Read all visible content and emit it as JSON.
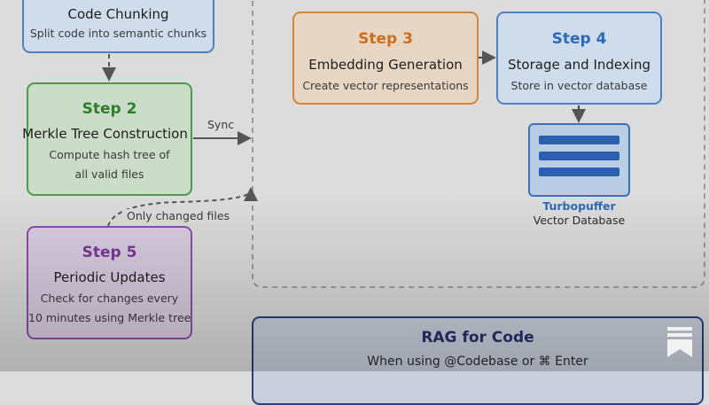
{
  "steps": {
    "step1": {
      "title": "Code Chunking",
      "desc": "Split code into semantic chunks"
    },
    "step2": {
      "step": "Step 2",
      "title": "Merkle Tree Construction",
      "desc_line1": "Compute hash tree of",
      "desc_line2": "all valid files"
    },
    "step3": {
      "step": "Step 3",
      "title": "Embedding Generation",
      "desc": "Create vector representations"
    },
    "step4": {
      "step": "Step 4",
      "title": "Storage and Indexing",
      "desc": "Store in vector database"
    },
    "step5": {
      "step": "Step 5",
      "title": "Periodic Updates",
      "desc_line1": "Check for changes every",
      "desc_line2": "10 minutes using Merkle tree"
    }
  },
  "database": {
    "name": "Turbopuffer",
    "type": "Vector Database"
  },
  "edges": {
    "sync": "Sync",
    "only_changed": "Only changed files"
  },
  "rag": {
    "title": "RAG for Code",
    "subtitle": "When using @Codebase or ⌘ Enter"
  },
  "colors": {
    "blue": "#4f80c4",
    "green": "#4c9a4b",
    "orange": "#d9823b",
    "purple": "#8d4fa6",
    "navy": "#2f3d79"
  },
  "icons": [
    "bookmark-icon"
  ]
}
